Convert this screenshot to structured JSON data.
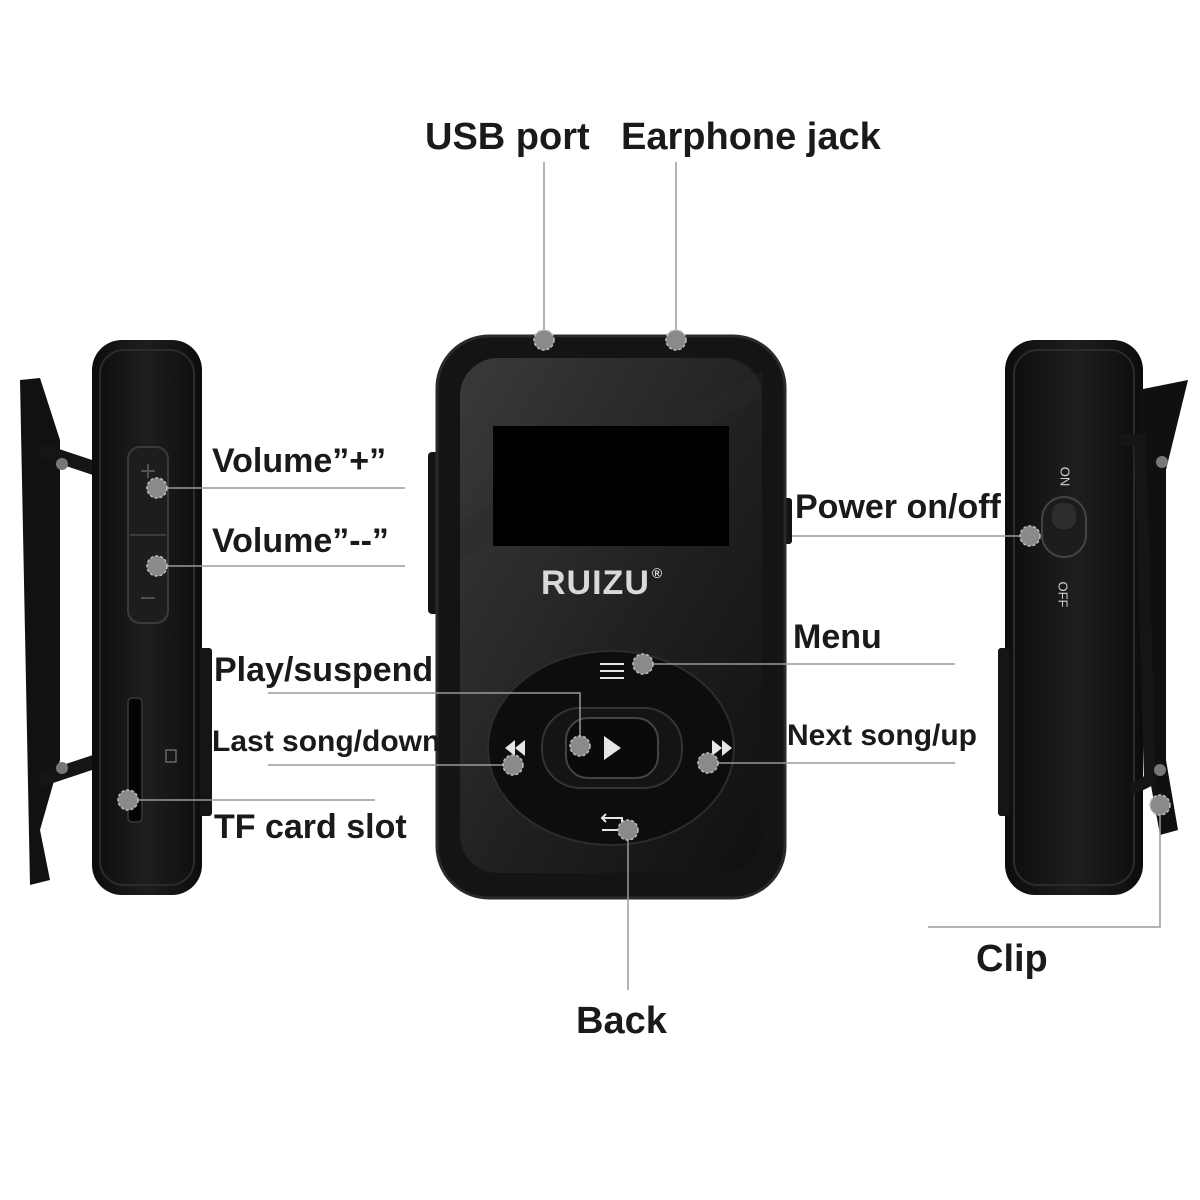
{
  "callouts": {
    "usb_port": "USB port",
    "earphone_jack": "Earphone jack",
    "volume_up": "Volume”+”",
    "volume_down": "Volume”--”",
    "play_suspend": "Play/suspend",
    "last_song": "Last song/down",
    "tf_card_slot": "TF card slot",
    "power": "Power on/off",
    "menu": "Menu",
    "next_song": "Next song/up",
    "clip": "Clip",
    "back": "Back"
  },
  "device": {
    "brand": "RUIZU",
    "registered_mark": "®",
    "switch_on": "ON",
    "switch_off": "OFF"
  },
  "colors": {
    "body": "#141414",
    "body_edge": "#2a2a2a",
    "screen": "#000000",
    "leader_line": "#9a9a9a",
    "marker": "#8a8a8a"
  },
  "icons": {
    "play": "play-icon",
    "prev": "rewind-icon",
    "next": "fast-forward-icon",
    "menu": "menu-icon",
    "back": "back-icon",
    "sd": "sd-card-icon"
  }
}
